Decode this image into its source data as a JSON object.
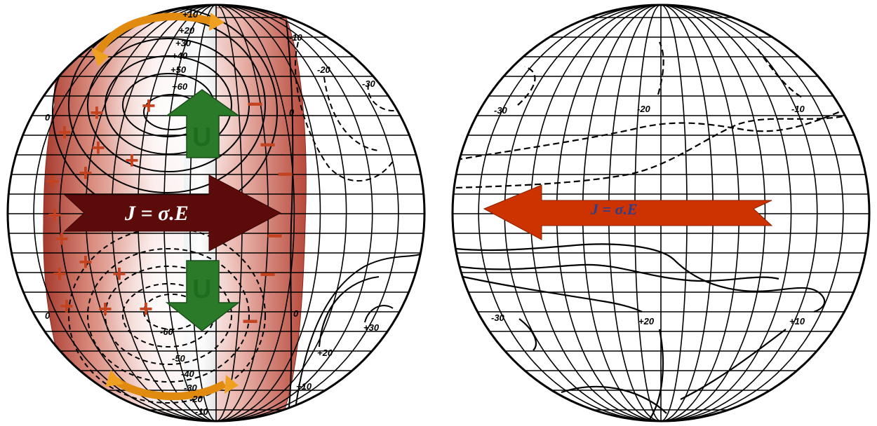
{
  "left_globe": {
    "equation": "J  =  σ.E",
    "u_label": "U",
    "upper_contour_labels": [
      "+10",
      "+20",
      "+30",
      "+40",
      "+50",
      "+60"
    ],
    "lower_contour_labels": [
      "-60",
      "-50",
      "-40",
      "-30",
      "-20",
      "-10"
    ],
    "right_labels": {
      "n10": "-10",
      "n20": "-20",
      "n30": "-30",
      "p30": "+30",
      "p20": "+20",
      "p10": "+10"
    },
    "zero_label": "0",
    "plus_sign": "+",
    "minus_sign": "−"
  },
  "right_globe": {
    "equation": "J = σ.E",
    "labels": {
      "n30": "-30",
      "n20": "-20",
      "n10": "-10",
      "p30": "-30",
      "p20": "+20",
      "p10": "+10"
    }
  },
  "colors": {
    "charge_band": "#b84a3c",
    "dark_arrow": "#5c0b0b",
    "orange_arrow": "#cc3300",
    "green_arrow": "#2a7a2a",
    "vortex_arrow": "#f0a020"
  }
}
